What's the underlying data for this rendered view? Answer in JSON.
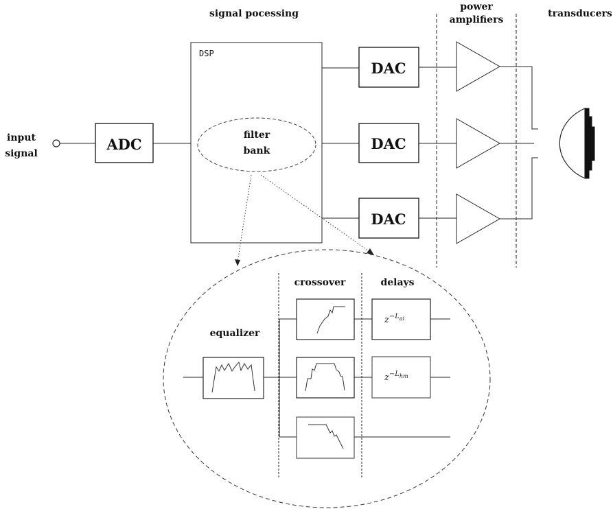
{
  "labels": {
    "section_signal_processing": "signal pocessing",
    "section_power_amplifiers_line1": "power",
    "section_power_amplifiers_line2": "amplifiers",
    "section_transducers": "transducers",
    "input_signal_line1": "input",
    "input_signal_line2": "signal",
    "adc": "ADC",
    "dsp": "DSP",
    "filter_bank_line1": "filter",
    "filter_bank_line2": "bank",
    "dac_1": "DAC",
    "dac_2": "DAC",
    "dac_3": "DAC",
    "equalizer": "equalizer",
    "crossover": "crossover",
    "delays": "delays",
    "delay_1_base": "z",
    "delay_1_exp": "−L",
    "delay_1_sub": "ai",
    "delay_2_base": "z",
    "delay_2_exp": "−L",
    "delay_2_sub": "hm"
  }
}
